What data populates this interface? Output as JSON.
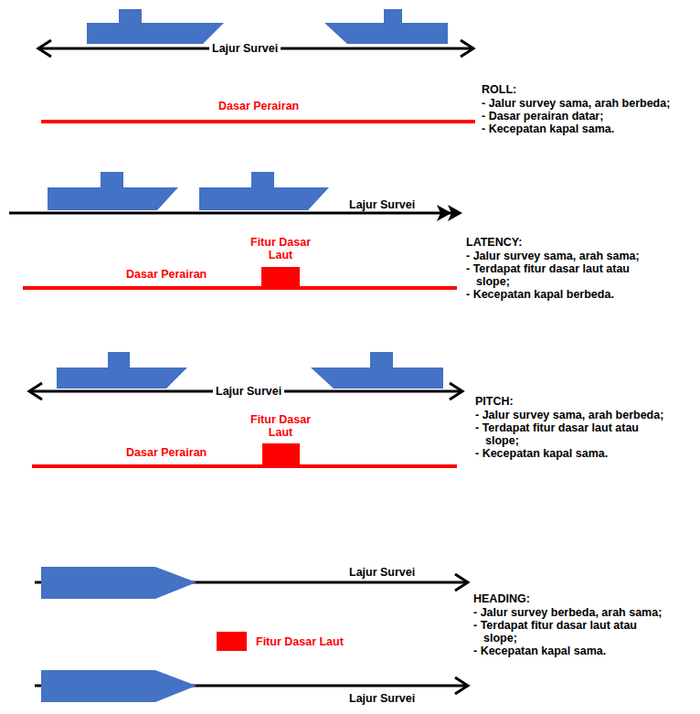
{
  "diagram": {
    "labels": [
      "Lajur Survei",
      "Dasar Perairan",
      "ROLL:",
      "- Jalur survey sama, arah berbeda;",
      "- Dasar perairan datar;",
      "- Kecepatan kapal sama.",
      "Lajur Survei",
      "Fitur Dasar Laut",
      "Dasar Perairan",
      "LATENCY:",
      "- Jalur survey sama, arah sama;",
      "- Terdapat fitur dasar laut atau slope;",
      "- Kecepatan kapal berbeda.",
      "Lajur Survei",
      "Fitur Dasar Laut",
      "Dasar Perairan",
      "PITCH:",
      "- Jalur survey sama, arah berbeda;",
      "- Terdapat fitur dasar laut atau slope;",
      "- Kecepatan kapal sama.",
      "Lajur Survei",
      "Fitur Dasar Laut",
      "Lajur Survei",
      "HEADING:",
      "- Jalur survey berbeda, arah sama;",
      "- Terdapat fitur dasar laut atau slope;",
      "- Kecepatan kapal sama."
    ]
  }
}
